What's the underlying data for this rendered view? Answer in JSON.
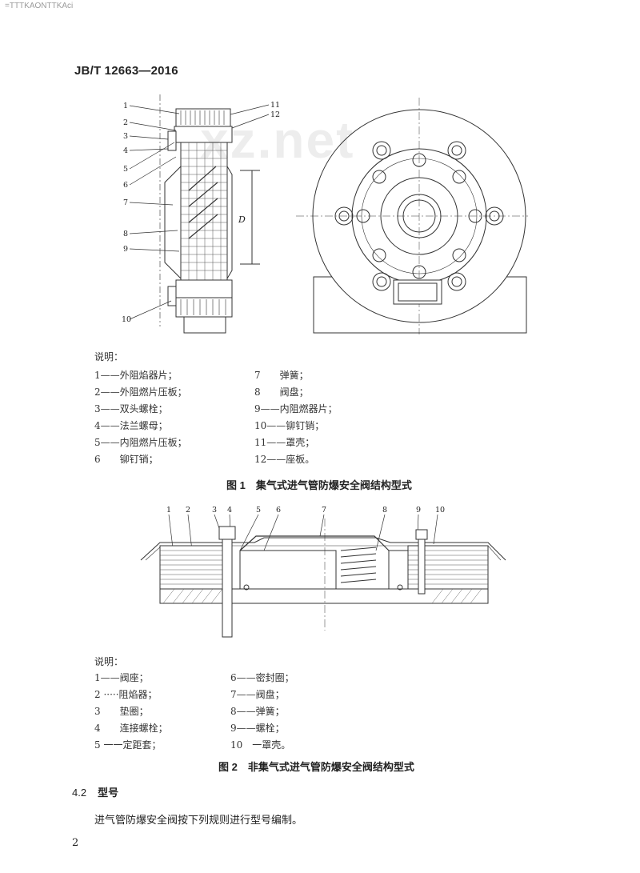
{
  "header": {
    "top_mark": "=TTTKAONTTKAci",
    "standard_number": "JB/T 12663—2016",
    "watermark": "xz.net"
  },
  "figure1": {
    "callouts": [
      "1",
      "2",
      "3",
      "4",
      "5",
      "6",
      "7",
      "8",
      "9",
      "10",
      "11",
      "12"
    ],
    "dimension": "D",
    "legend_title": "说明：",
    "legend_left": [
      "1——外阻焰器片；",
      "2——外阻燃片压板；",
      "3——双头螺栓；",
      "4——法兰螺母；",
      "5——内阻燃片压板；",
      "6　　铆钉销；"
    ],
    "legend_right": [
      "7　　弹簧；",
      "8　　阀盘；",
      "9——内阻燃器片；",
      "10——铆钉销；",
      "11——罩壳；",
      "12——座板。"
    ],
    "caption": "图 1　集气式进气管防爆安全阀结构型式"
  },
  "figure2": {
    "callouts": [
      "1",
      "2",
      "3",
      "4",
      "5",
      "6",
      "7",
      "8",
      "9",
      "10"
    ],
    "legend_title": "说明：",
    "legend_left": [
      "1——阀座；",
      "2 ·····阻焰器；",
      "3　　垫圈；",
      "4　　连接螺栓；",
      "5 一一定距套；"
    ],
    "legend_right": [
      "6——密封圈；",
      "7——阀盘；",
      "8——弹簧；",
      "9——螺栓；",
      "10　一罩壳。"
    ],
    "caption": "图 2　非集气式进气管防爆安全阀结构型式"
  },
  "section": {
    "number": "4.2",
    "title": "型号",
    "text": "进气管防爆安全阀按下列规则进行型号编制。"
  },
  "footer": {
    "page_number": "2"
  }
}
